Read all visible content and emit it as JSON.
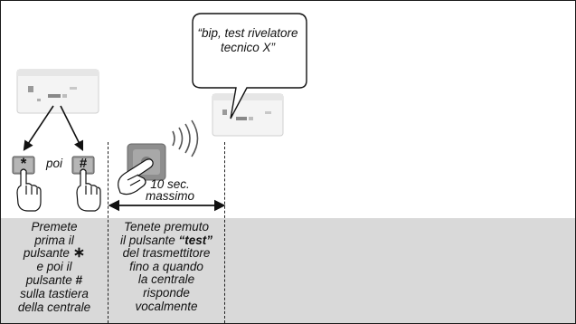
{
  "speech_bubble": {
    "text": "“bip, test rivelatore tecnico X”"
  },
  "keypad_step": {
    "key_first_symbol": "*",
    "key_second_symbol": "#",
    "connector_word": "poi"
  },
  "timer": {
    "line1": "10 sec.",
    "line2": "massimo"
  },
  "instructions": {
    "step1": {
      "line1": "Premete",
      "line2": "prima il",
      "line3_text": "pulsante",
      "line3_symbol": "∗",
      "line4": "e poi il",
      "line5_text": "pulsante",
      "line5_symbol": "#",
      "line6": "sulla tastiera",
      "line7": "della centrale"
    },
    "step2": {
      "line1": "Tenete premuto",
      "line2_text": "il pulsante",
      "line2_bold": "“test”",
      "line3": "del trasmettitore",
      "line4": "fino a quando",
      "line5": "la centrale",
      "line6": "risponde",
      "line7": "vocalmente"
    }
  }
}
